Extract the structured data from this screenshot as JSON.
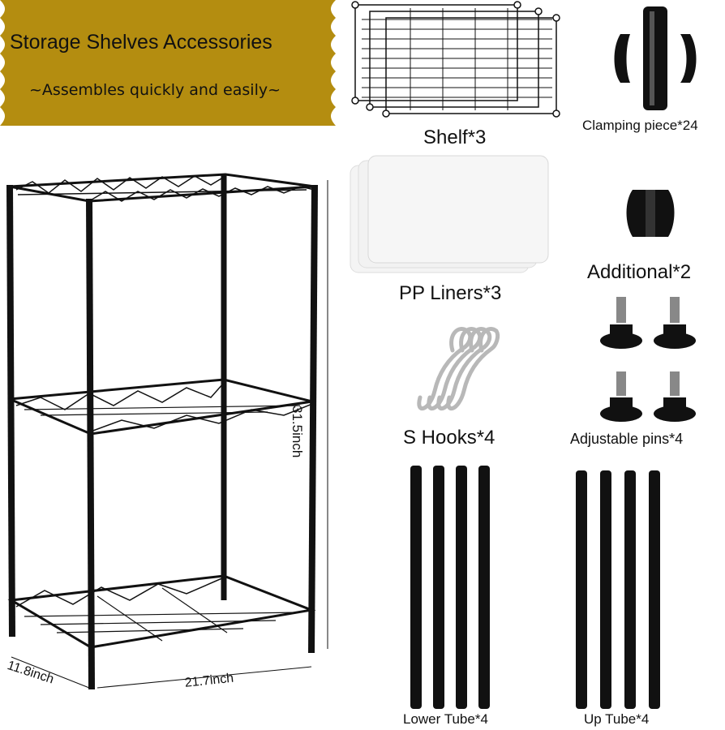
{
  "banner": {
    "title": "Storage Shelves Accessories",
    "subtitle": "~Assembles quickly and easily~",
    "color": "#b48d10"
  },
  "dimensions": {
    "height": "31.5inch",
    "width": "21.7inch",
    "depth": "11.8inch"
  },
  "parts": {
    "shelf": "Shelf*3",
    "clamping": "Clamping piece*24",
    "liners": "PP Liners*3",
    "additional": "Additional*2",
    "hooks": "S Hooks*4",
    "pins": "Adjustable pins*4",
    "lower_tube": "Lower Tube*4",
    "up_tube": "Up Tube*4"
  },
  "colors": {
    "metal": "#111111",
    "liner": "#f2f2f2",
    "hook": "#c8c8c8"
  }
}
